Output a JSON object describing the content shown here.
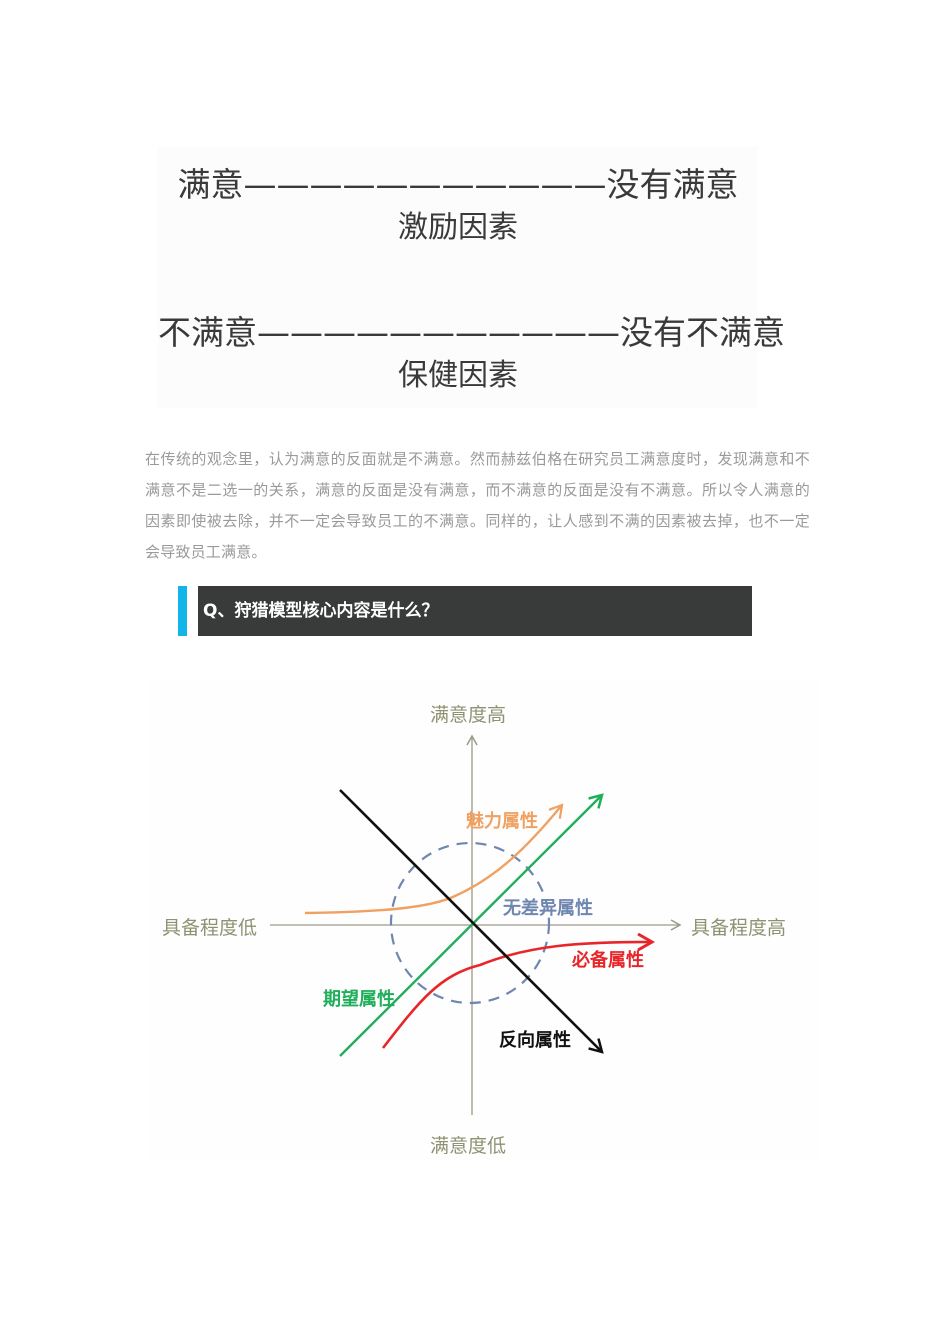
{
  "factors": {
    "motivator": {
      "left": "满意",
      "dashes": "———————————",
      "right": "没有满意",
      "name": "激励因素"
    },
    "hygiene": {
      "left": "不满意",
      "dashes": "———————————",
      "right": "没有不满意",
      "name": "保健因素"
    }
  },
  "paragraph": "在传统的观念里，认为满意的反面就是不满意。然而赫兹伯格在研究员工满意度时，发现满意和不满意不是二选一的关系，满意的反面是没有满意，而不满意的反面是没有不满意。所以令人满意的因素即使被去除，并不一定会导致员工的不满意。同样的，让人感到不满的因素被去掉，也不一定会导致员工满意。",
  "question_heading": {
    "text": "Q、狩猎模型核心内容是什么？",
    "accent_color": "#12b5e8",
    "bar_color": "#393a3a"
  },
  "diagram": {
    "axes": {
      "y_top": "满意度高",
      "y_bottom": "满意度低",
      "x_left": "具备程度低",
      "x_right": "具备程度高",
      "color": "#8f9272"
    },
    "attributes": [
      {
        "id": "attractive",
        "label": "魅力属性",
        "color": "#f0a060"
      },
      {
        "id": "one-dimensional",
        "label": "期望属性",
        "color": "#1fae5a"
      },
      {
        "id": "must-be",
        "label": "必备属性",
        "color": "#e8262a"
      },
      {
        "id": "indifferent",
        "label": "无差异属性",
        "color": "#6f86b0"
      },
      {
        "id": "reverse",
        "label": "反向属性",
        "color": "#111111"
      }
    ]
  }
}
